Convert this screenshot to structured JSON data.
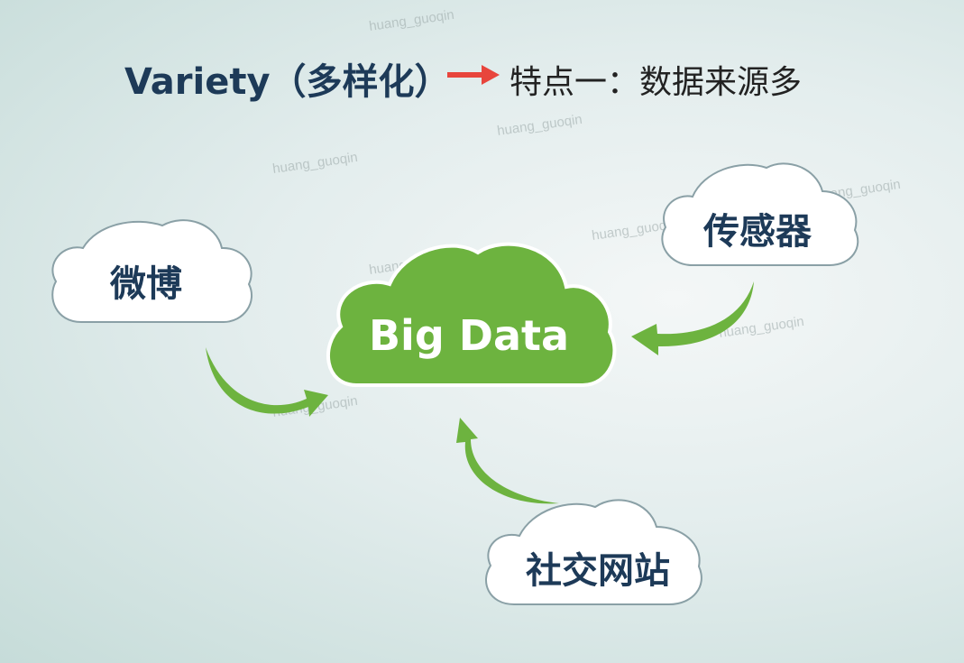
{
  "title": {
    "left": "Variety（多样化）",
    "right": "特点一：数据来源多"
  },
  "center_cloud": {
    "label": "Big Data"
  },
  "source_clouds": {
    "weibo": "微博",
    "sensor": "传感器",
    "social": "社交网站"
  },
  "watermark": "huang_guoqin",
  "colors": {
    "title": "#1d3a58",
    "center_cloud": "#6db33f",
    "flow_arrows": "#6db33f",
    "title_arrow": "#e8453c"
  }
}
